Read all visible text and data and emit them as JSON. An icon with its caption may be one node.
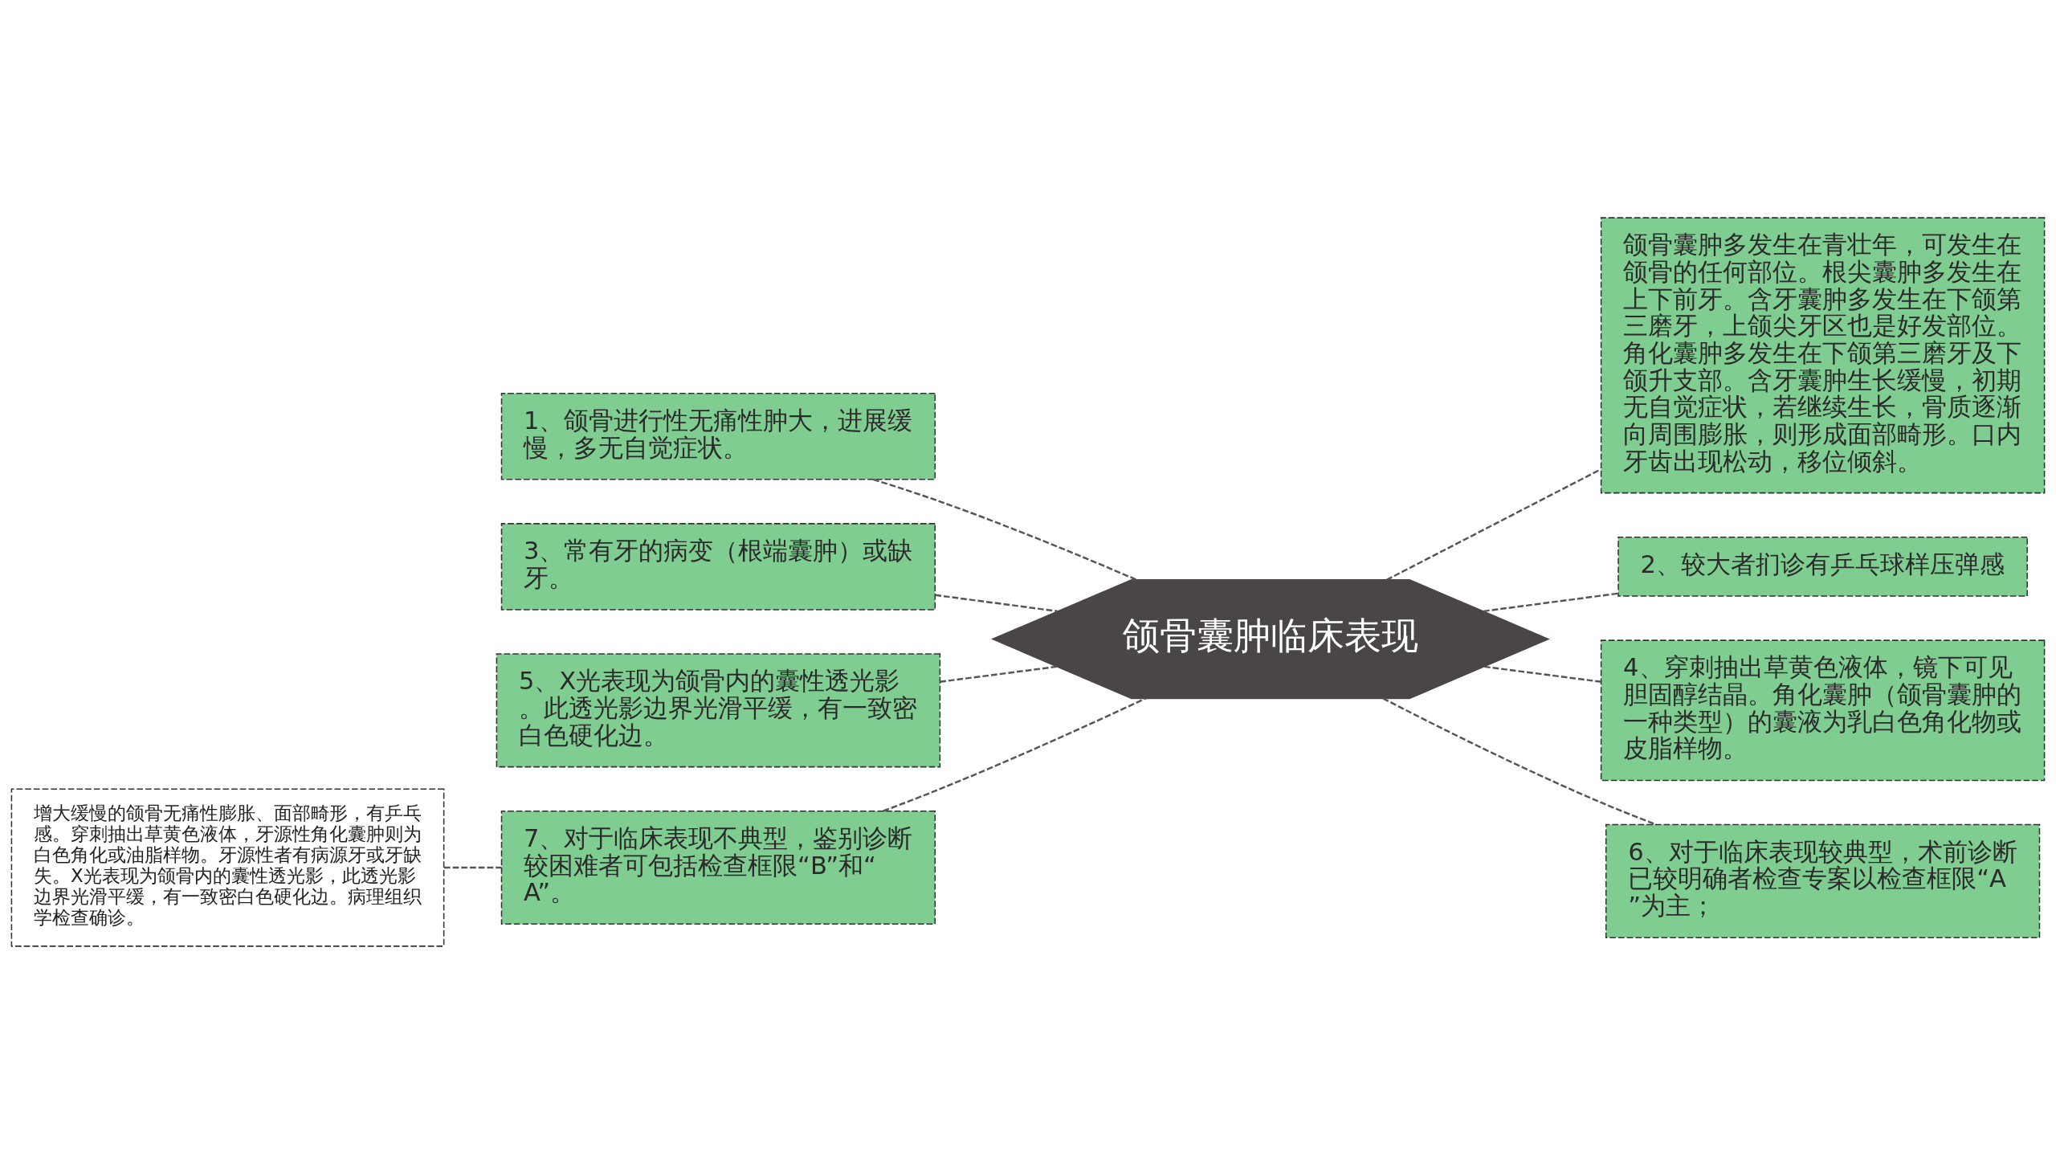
{
  "diagram": {
    "nodes": [
      {
        "text": [
          "颌骨囊肿临床表现"
        ]
      },
      {
        "text": [
          "1、颌骨进行性无痛性肿大，进展缓慢，多无自觉症状。"
        ]
      },
      {
        "text": [
          "3、常有牙的病变（根端囊肿）或缺牙。"
        ]
      },
      {
        "text": [
          "5、X光表现为颌骨内的囊性透光影。此透光影边界光滑平缓，有一致密白色硬化边。"
        ]
      },
      {
        "text": [
          "7、对于临床表现不典型，鉴别诊断较困难者可包括检查框限“B”和“A”。"
        ]
      },
      {
        "text": [
          "增大缓慢的颌骨无痛性膨胀、面部畸形，有乒乓感。穿刺抽出草黄色液体，牙源性角化囊肿则为白色角化或油脂样物。牙源性者有病源牙或牙缺失。X光表现为颌骨内的囊性透光影，此透光影边界光滑平缓，有一致密白色硬化边。病理组织学检查确诊。"
        ]
      },
      {
        "text": [
          "颌骨囊肿多发生在青壮年，可发生在颌骨的任何部位。根尖囊肿多发生在上下前牙。含牙囊肿多发生在下颌第三磨牙，上颌尖牙区也是好发部位。角化囊肿多发生在下颌第三磨牙及下颌升支部。含牙囊肿生长缓慢，初期无自觉症状，若继续生长，骨质逐渐向周围膨胀，则形成面部畸形。口内牙齿出现松动，移位倾斜。"
        ]
      },
      {
        "text": [
          "2、较大者扪诊有乒乓球样压弹感"
        ]
      },
      {
        "text": [
          "4、穿刺抽出草黄色液体，镜下可见胆固醇结晶。角化囊肿（颌骨囊肿的一种类型）的囊液为乳白色角化物或皮脂样物。"
        ]
      },
      {
        "text": [
          "6、对于临床表现较典型，术前诊断已较明确者检查专案以检查框限“A”为主；"
        ]
      }
    ],
    "edges": [
      {
        "from": 0,
        "to": 1,
        "arrow": "none",
        "style": "dashed"
      },
      {
        "from": 0,
        "to": 2,
        "arrow": "none",
        "style": "dashed"
      },
      {
        "from": 0,
        "to": 3,
        "arrow": "none",
        "style": "dashed"
      },
      {
        "from": 0,
        "to": 4,
        "arrow": "none",
        "style": "dashed"
      },
      {
        "from": 4,
        "to": 5,
        "arrow": "none",
        "style": "dashed"
      },
      {
        "from": 0,
        "to": 6,
        "arrow": "none",
        "style": "dashed"
      },
      {
        "from": 0,
        "to": 7,
        "arrow": "none",
        "style": "dashed"
      },
      {
        "from": 0,
        "to": 8,
        "arrow": "none",
        "style": "dashed"
      },
      {
        "from": 0,
        "to": 9,
        "arrow": "none",
        "style": "dashed"
      }
    ]
  }
}
